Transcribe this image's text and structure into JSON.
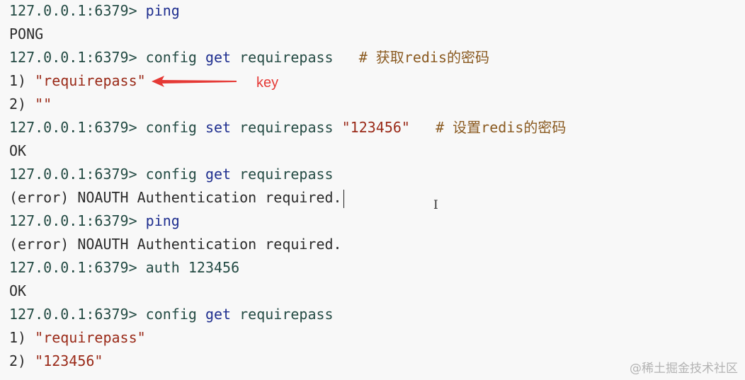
{
  "terminal": {
    "lines": [
      {
        "prompt": "127.0.0.1:6379> ",
        "cmd": "ping"
      },
      {
        "output": "PONG"
      },
      {
        "prompt": "127.0.0.1:6379> ",
        "w1": "config ",
        "cmd": "get",
        "w2": " requirepass",
        "comment": "# 获取redis的密码"
      },
      {
        "output_idx": "1) ",
        "output_str": "\"requirepass\""
      },
      {
        "output_idx": "2) ",
        "output_str": "\"\""
      },
      {
        "prompt": "127.0.0.1:6379> ",
        "w1": "config ",
        "cmd": "set",
        "w2": " requirepass ",
        "str": "\"123456\"",
        "comment": "# 设置redis的密码"
      },
      {
        "output": "OK"
      },
      {
        "prompt": "127.0.0.1:6379> ",
        "w1": "config ",
        "cmd": "get",
        "w2": " requirepass"
      },
      {
        "output": "(error) NOAUTH Authentication required."
      },
      {
        "prompt": "127.0.0.1:6379> ",
        "cmd": "ping"
      },
      {
        "output": "(error) NOAUTH Authentication required."
      },
      {
        "prompt": "127.0.0.1:6379> ",
        "w1": "auth ",
        "num": "123456"
      },
      {
        "output": "OK"
      },
      {
        "prompt": "127.0.0.1:6379> ",
        "w1": "config ",
        "cmd": "get",
        "w2": " requirepass"
      },
      {
        "output_idx": "1) ",
        "output_str": "\"requirepass\""
      },
      {
        "output_idx": "2) ",
        "output_str": "\"123456\""
      }
    ]
  },
  "annotation": {
    "label": "key",
    "color": "#e53935"
  },
  "cursor_icon": "i-beam-cursor-icon",
  "watermark": "@稀土掘金技术社区"
}
